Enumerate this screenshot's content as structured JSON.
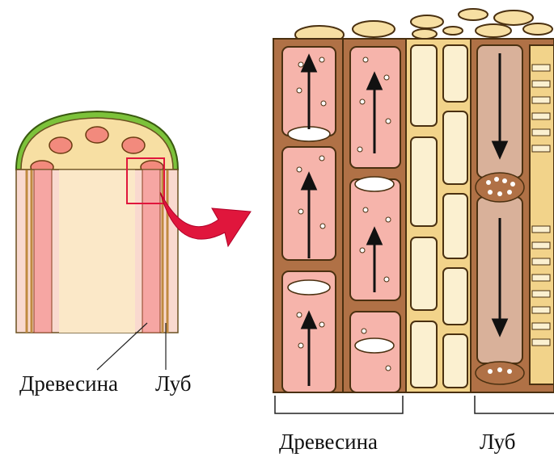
{
  "labels": {
    "left_wood": "Древесина",
    "left_bast": "Луб",
    "right_wood": "Древесина",
    "right_bast": "Луб"
  },
  "colors": {
    "bark": "#7cc23a",
    "cortex": "#f7dfa3",
    "pith": "#fbe8c8",
    "xylem": "#f6a6a3",
    "xylem_wall": "#b07146",
    "cambium": "#f2d38a",
    "phloem": "#d9b19a",
    "arrow_magnifier": "#e0163c",
    "outline": "#4a3010"
  },
  "icons": {
    "magnifier": "magnify-arrow-icon",
    "flow_up": "arrow-up-icon",
    "flow_down": "arrow-down-icon"
  }
}
